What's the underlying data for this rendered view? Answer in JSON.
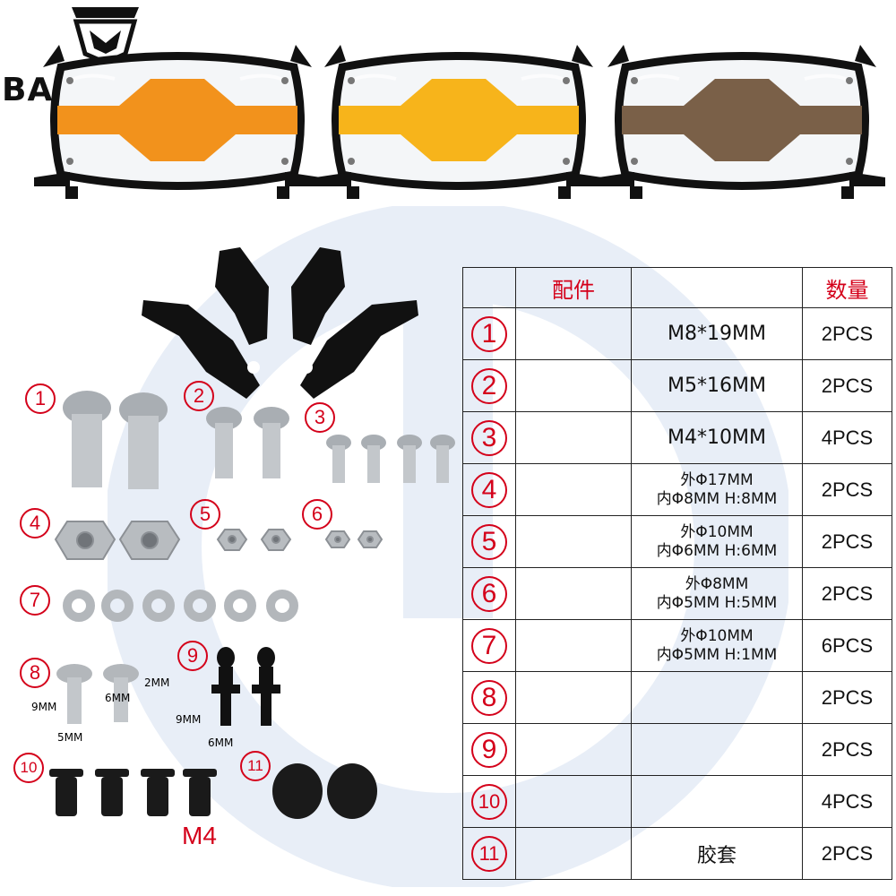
{
  "brand": {
    "name": "BASELONG"
  },
  "products": [
    {
      "variant": "orange",
      "tint": "#f2921c"
    },
    {
      "variant": "yellow",
      "tint": "#f7b41b"
    },
    {
      "variant": "smoke",
      "tint": "#7a6048"
    }
  ],
  "callouts": [
    "1",
    "2",
    "3",
    "4",
    "5",
    "6",
    "7",
    "8",
    "9",
    "10",
    "11"
  ],
  "dimensions": {
    "p8_9mm": "9MM",
    "p8_5mm": "5MM",
    "p8_6mm": "6MM",
    "p8_2mm": "2MM",
    "p9_9mm": "9MM",
    "p9_6mm": "6MM",
    "p10_m4": "M4"
  },
  "table": {
    "header_part": "配件",
    "header_qty": "数量",
    "rows": [
      {
        "no": "1",
        "line1": "M8*19MM",
        "line2": "",
        "qty": "2PCS"
      },
      {
        "no": "2",
        "line1": "M5*16MM",
        "line2": "",
        "qty": "2PCS"
      },
      {
        "no": "3",
        "line1": "M4*10MM",
        "line2": "",
        "qty": "4PCS"
      },
      {
        "no": "4",
        "line1": "外Φ17MM",
        "line2": "内Φ8MM H:8MM",
        "qty": "2PCS"
      },
      {
        "no": "5",
        "line1": "外Φ10MM",
        "line2": "内Φ6MM H:6MM",
        "qty": "2PCS"
      },
      {
        "no": "6",
        "line1": "外Φ8MM",
        "line2": "内Φ5MM H:5MM",
        "qty": "2PCS"
      },
      {
        "no": "7",
        "line1": "外Φ10MM",
        "line2": "内Φ5MM H:1MM",
        "qty": "6PCS"
      },
      {
        "no": "8",
        "line1": "",
        "line2": "",
        "qty": "2PCS"
      },
      {
        "no": "9",
        "line1": "",
        "line2": "",
        "qty": "2PCS"
      },
      {
        "no": "10",
        "line1": "",
        "line2": "",
        "qty": "4PCS"
      },
      {
        "no": "11",
        "line1": "胶套",
        "line2": "",
        "qty": "2PCS"
      }
    ]
  },
  "colors": {
    "accent": "#d4001a",
    "watermark": "#e8eef7"
  }
}
